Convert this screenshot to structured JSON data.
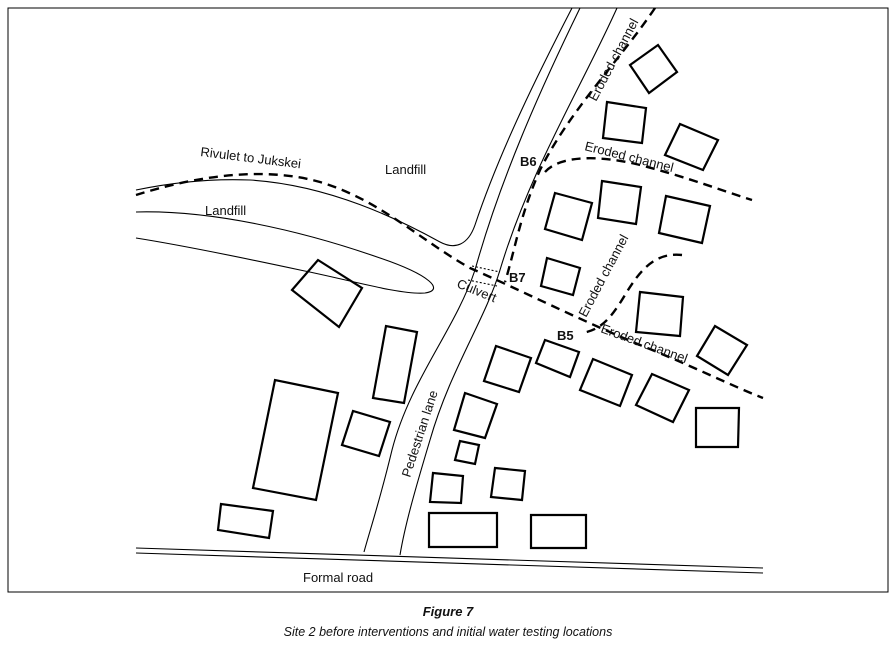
{
  "labels": {
    "rivulet": "Rivulet to Jukskei",
    "landfill_upper": "Landfill",
    "landfill_lower": "Landfill",
    "eroded_channel_1": "Eroded channel",
    "eroded_channel_2": "Eroded channel",
    "eroded_channel_3": "Eroded channel",
    "eroded_channel_4": "Eroded channel",
    "culvert": "Culvert",
    "pedestrian_lane": "Pedestrian lane",
    "formal_road": "Formal road",
    "b5": "B5",
    "b6": "B6",
    "b7": "B7"
  },
  "caption": {
    "figure": "Figure 7",
    "text": "Site 2 before interventions and initial water testing locations"
  }
}
